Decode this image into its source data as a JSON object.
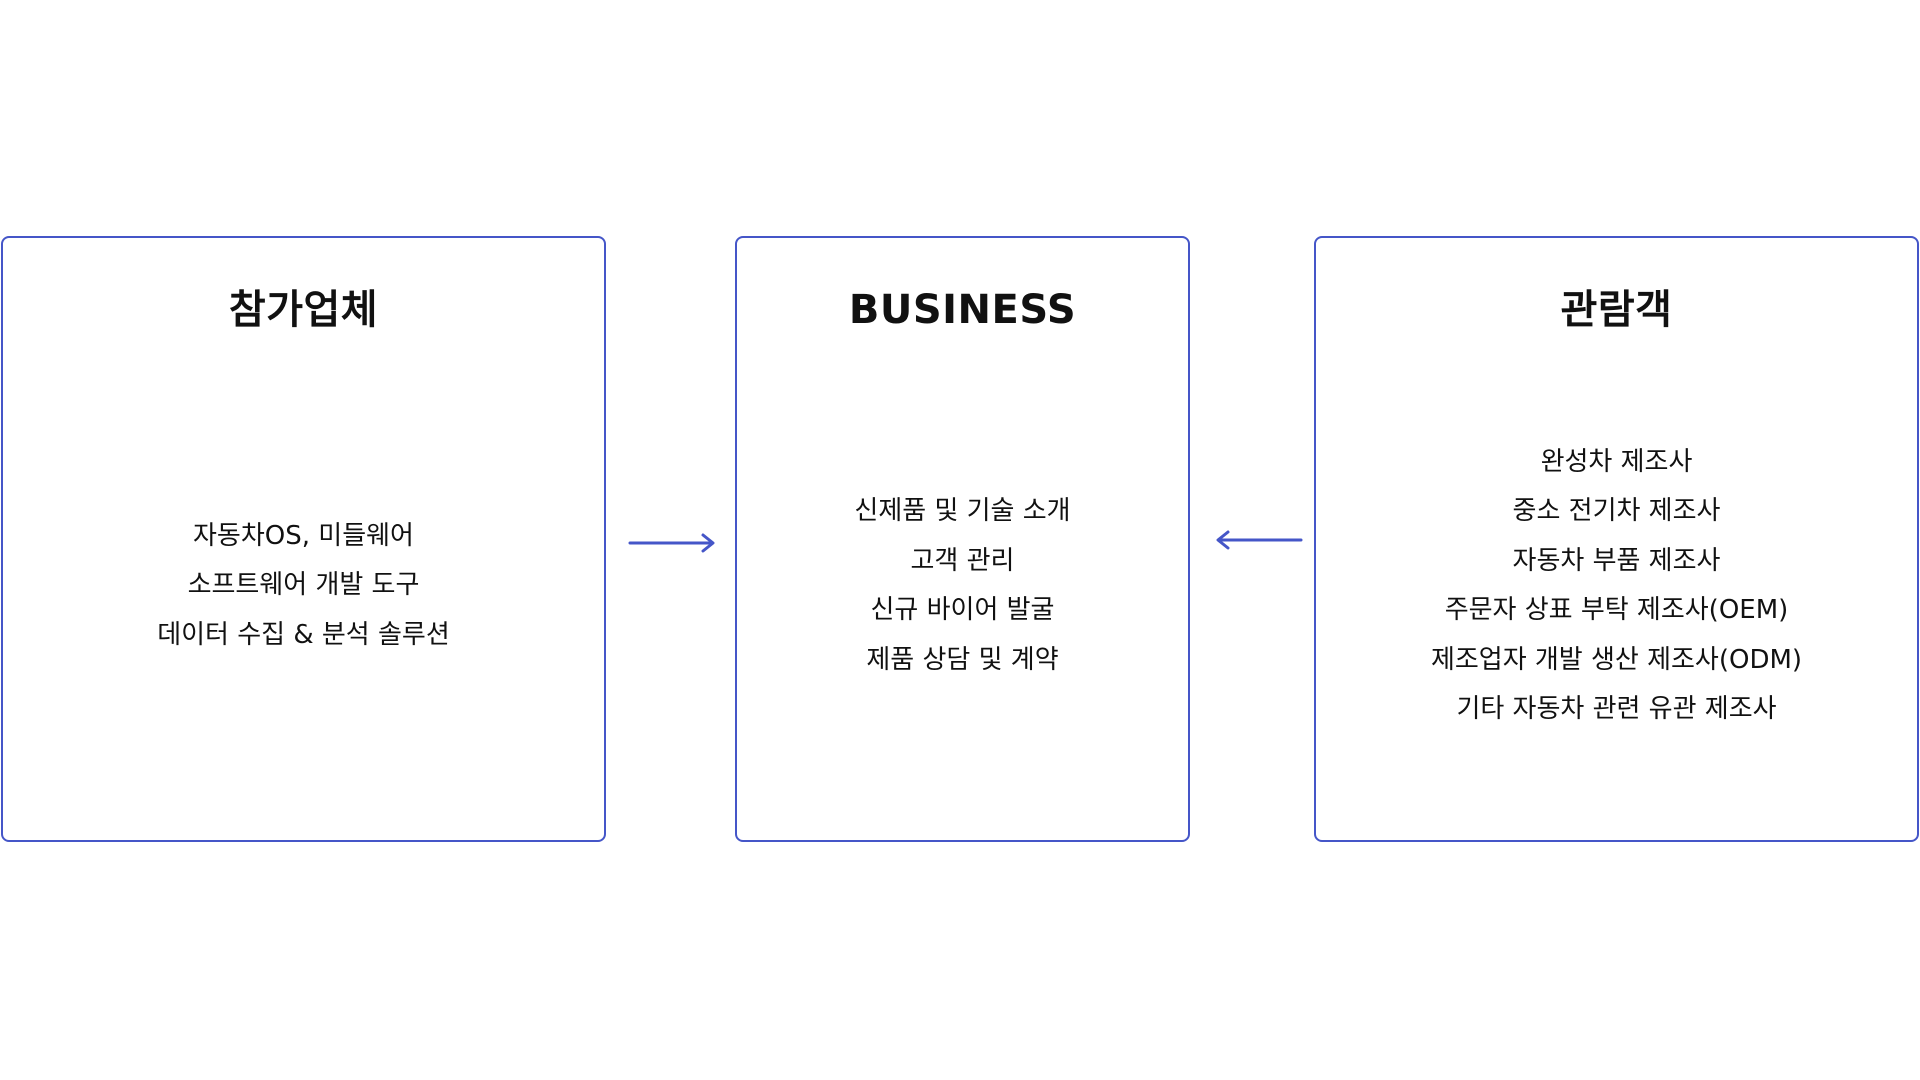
{
  "colors": {
    "accent": "#4556c8",
    "text": "#111111",
    "background": "#ffffff"
  },
  "exhibitors": {
    "title": "참가업체",
    "items": [
      "자동차OS, 미들웨어",
      "소프트웨어 개발 도구",
      "데이터 수집 & 분석 솔루션"
    ]
  },
  "business": {
    "title": "BUSINESS",
    "items": [
      "신제품 및 기술 소개",
      "고객 관리",
      "신규 바이어 발굴",
      "제품 상담 및 계약"
    ]
  },
  "visitors": {
    "title": "관람객",
    "items": [
      "완성차 제조사",
      "중소 전기차 제조사",
      "자동차 부품 제조사",
      "주문자 상표 부탁 제조사(OEM)",
      "제조업자 개발 생산 제조사(ODM)",
      "기타 자동차 관련 유관 제조사"
    ]
  },
  "icons": {
    "exhibitors_to_business": "arrow-right-icon",
    "visitors_to_business": "arrow-left-icon"
  }
}
